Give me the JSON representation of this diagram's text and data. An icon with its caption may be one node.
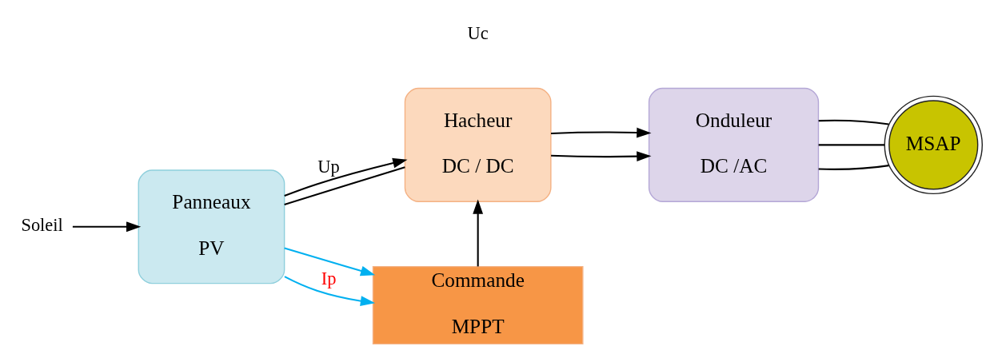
{
  "diagram": {
    "nodes": [
      {
        "text": [
          "Soleil"
        ]
      },
      {
        "text": [
          "Panneaux",
          "PV"
        ]
      },
      {
        "text": [
          "Hacheur",
          "DC / DC"
        ]
      },
      {
        "text": [
          "Onduleur",
          "DC /AC"
        ]
      },
      {
        "text": [
          "MSAP"
        ]
      },
      {
        "text": [
          "Commande",
          "MPPT"
        ]
      }
    ],
    "edges": [
      {
        "from": 0,
        "to": 1,
        "arrow": "to"
      },
      {
        "from": 1,
        "to": 2,
        "arrow": "to",
        "label": "Up"
      },
      {
        "from": 1,
        "to": 2,
        "arrow": "none"
      },
      {
        "from": 2,
        "to": 3,
        "arrow": "to"
      },
      {
        "from": 2,
        "to": 3,
        "arrow": "to"
      },
      {
        "from": 3,
        "to": 4,
        "arrow": "none"
      },
      {
        "from": 3,
        "to": 4,
        "arrow": "none"
      },
      {
        "from": 3,
        "to": 4,
        "arrow": "none"
      },
      {
        "from": 1,
        "to": 5,
        "arrow": "to",
        "color": "#00b0f0"
      },
      {
        "from": 1,
        "to": 5,
        "arrow": "to",
        "color": "#00b0f0",
        "label": "Ip"
      },
      {
        "from": 5,
        "to": 2,
        "arrow": "to"
      }
    ],
    "labels": [
      "Uc"
    ]
  }
}
